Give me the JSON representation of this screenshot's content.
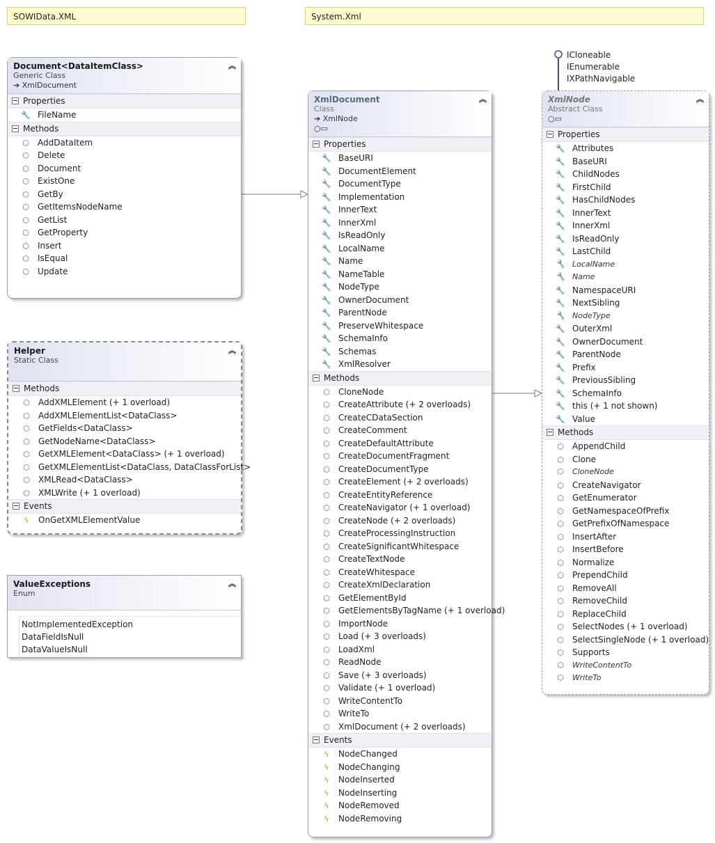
{
  "notes": {
    "left": "SOWIData.XML",
    "right": "System.Xml"
  },
  "icons": {
    "property": "wrench-icon",
    "method": "cube-icon",
    "event": "lightning-icon",
    "collapse": "double-chevron-up-icon"
  },
  "document_class": {
    "title": "Document<DataItemClass>",
    "kind": "Generic Class",
    "base": "XmlDocument",
    "properties_label": "Properties",
    "properties": [
      "FileName"
    ],
    "methods_label": "Methods",
    "methods": [
      "AddDataItem",
      "Delete",
      "Document",
      "ExistOne",
      "GetBy",
      "GetItemsNodeName",
      "GetList",
      "GetProperty",
      "Insert",
      "IsEqual",
      "Update"
    ]
  },
  "helper_class": {
    "title": "Helper",
    "kind": "Static Class",
    "methods_label": "Methods",
    "methods": [
      "AddXMLElement (+ 1 overload)",
      "AddXMLElementList<DataClass>",
      "GetFields<DataClass>",
      "GetNodeName<DataClass>",
      "GetXMLElement<DataClass> (+ 1 overload)",
      "GetXMLElementList<DataClass, DataClassForList>",
      "XMLRead<DataClass>",
      "XMLWrite (+ 1 overload)"
    ],
    "events_label": "Events",
    "events": [
      "OnGetXMLElementValue"
    ]
  },
  "value_exceptions": {
    "title": "ValueExceptions",
    "kind": "Enum",
    "values": [
      "NotImplementedException",
      "DataFieldIsNull",
      "DataValueIsNull"
    ]
  },
  "xmldocument_class": {
    "title": "XmlDocument",
    "kind": "Class",
    "base": "XmlNode",
    "properties_label": "Properties",
    "properties": [
      "BaseURI",
      "DocumentElement",
      "DocumentType",
      "Implementation",
      "InnerText",
      "InnerXml",
      "IsReadOnly",
      "LocalName",
      "Name",
      "NameTable",
      "NodeType",
      "OwnerDocument",
      "ParentNode",
      "PreserveWhitespace",
      "SchemaInfo",
      "Schemas",
      "XmlResolver"
    ],
    "methods_label": "Methods",
    "methods": [
      "CloneNode",
      "CreateAttribute (+ 2 overloads)",
      "CreateCDataSection",
      "CreateComment",
      "CreateDefaultAttribute",
      "CreateDocumentFragment",
      "CreateDocumentType",
      "CreateElement (+ 2 overloads)",
      "CreateEntityReference",
      "CreateNavigator (+ 1 overload)",
      "CreateNode (+ 2 overloads)",
      "CreateProcessingInstruction",
      "CreateSignificantWhitespace",
      "CreateTextNode",
      "CreateWhitespace",
      "CreateXmlDeclaration",
      "GetElementById",
      "GetElementsByTagName (+ 1 overload)",
      "ImportNode",
      "Load (+ 3 overloads)",
      "LoadXml",
      "ReadNode",
      "Save (+ 3 overloads)",
      "Validate (+ 1 overload)",
      "WriteContentTo",
      "WriteTo",
      "XmlDocument (+ 2 overloads)"
    ],
    "events_label": "Events",
    "events": [
      "NodeChanged",
      "NodeChanging",
      "NodeInserted",
      "NodeInserting",
      "NodeRemoved",
      "NodeRemoving"
    ]
  },
  "xmlnode_class": {
    "title": "XmlNode",
    "kind": "Abstract Class",
    "interfaces": [
      "ICloneable",
      "IEnumerable",
      "IXPathNavigable"
    ],
    "properties_label": "Properties",
    "properties": [
      "Attributes",
      "BaseURI",
      "ChildNodes",
      "FirstChild",
      "HasChildNodes",
      "InnerText",
      "InnerXml",
      "IsReadOnly",
      "LastChild",
      "LocalName",
      "Name",
      "NamespaceURI",
      "NextSibling",
      "NodeType",
      "OuterXml",
      "OwnerDocument",
      "ParentNode",
      "Prefix",
      "PreviousSibling",
      "SchemaInfo",
      "this (+ 1 not shown)",
      "Value"
    ],
    "italic_properties": [
      "LocalName",
      "Name",
      "NodeType"
    ],
    "methods_label": "Methods",
    "methods": [
      "AppendChild",
      "Clone",
      "CloneNode",
      "CreateNavigator",
      "GetEnumerator",
      "GetNamespaceOfPrefix",
      "GetPrefixOfNamespace",
      "InsertAfter",
      "InsertBefore",
      "Normalize",
      "PrependChild",
      "RemoveAll",
      "RemoveChild",
      "ReplaceChild",
      "SelectNodes (+ 1 overload)",
      "SelectSingleNode (+ 1 overload)",
      "Supports",
      "WriteContentTo",
      "WriteTo"
    ],
    "italic_methods": [
      "CloneNode",
      "WriteContentTo",
      "WriteTo"
    ]
  }
}
